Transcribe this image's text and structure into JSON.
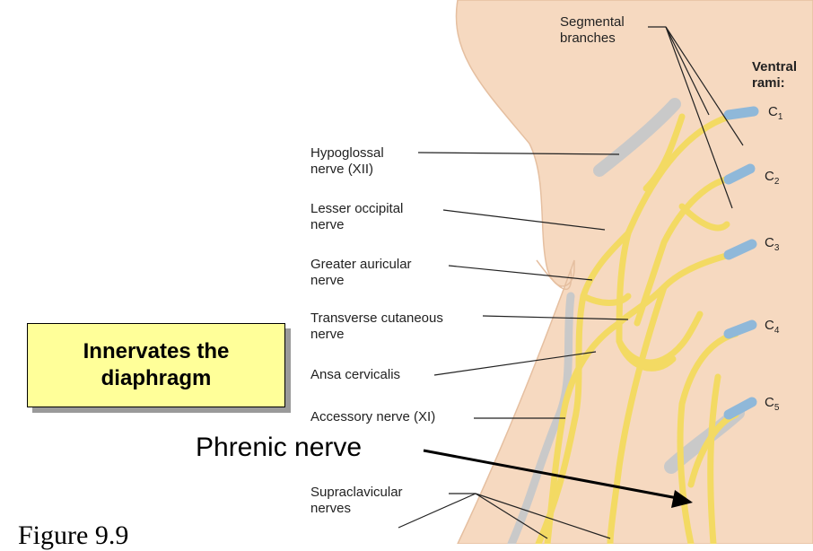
{
  "labels": {
    "segmental": "Segmental\nbranches",
    "ventral": "Ventral\nrami:",
    "hypoglossal": "Hypoglossal\nnerve (XII)",
    "lesser_occipital": "Lesser occipital\nnerve",
    "greater_auricular": "Greater auricular\nnerve",
    "transverse_cutaneous": "Transverse cutaneous\nnerve",
    "ansa_cervicalis": "Ansa cervicalis",
    "accessory": "Accessory nerve (XI)",
    "supraclavicular": "Supraclavicular\nnerves"
  },
  "rami": [
    {
      "letter": "C",
      "num": "1"
    },
    {
      "letter": "C",
      "num": "2"
    },
    {
      "letter": "C",
      "num": "3"
    },
    {
      "letter": "C",
      "num": "4"
    },
    {
      "letter": "C",
      "num": "5"
    }
  ],
  "callout": {
    "phrenic": "Phrenic nerve",
    "note": "Innervates the\ndiaphragm"
  },
  "figure_caption": "Figure 9.9",
  "colors": {
    "skin": "#f6d9c0",
    "skin_edge": "#e5bfa0",
    "nerve": "#f7e27a",
    "nerve_edge": "#e2c04a",
    "vessel_gray": "#c9c9c9",
    "ramus_blue": "#8fb8d9",
    "note_fill": "#ffff99"
  }
}
